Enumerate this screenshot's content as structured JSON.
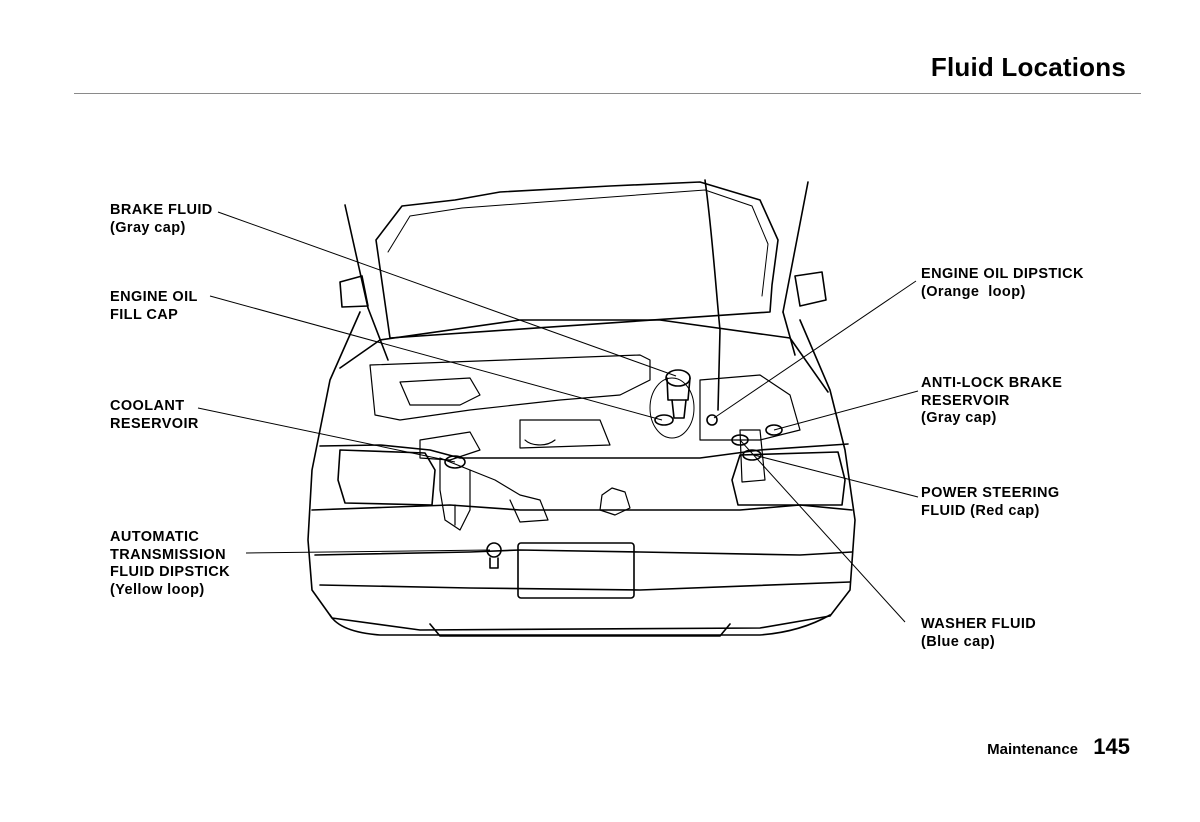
{
  "header": {
    "title": "Fluid Locations"
  },
  "callouts": {
    "brake_fluid": {
      "line1": "BRAKE FLUID",
      "line2": "(Gray cap)"
    },
    "engine_oil_fill_cap": {
      "line1": "ENGINE OIL",
      "line2": "FILL CAP"
    },
    "coolant_reservoir": {
      "line1": "COOLANT",
      "line2": "RESERVOIR"
    },
    "atf_dipstick": {
      "line1": "AUTOMATIC",
      "line2": "TRANSMISSION",
      "line3": "FLUID DIPSTICK",
      "line4": "(Yellow loop)"
    },
    "engine_oil_dipstick": {
      "line1": "ENGINE OIL DIPSTICK",
      "line2": "(Orange  loop)"
    },
    "anti_lock_brake_reservoir": {
      "line1": "ANTI-LOCK BRAKE",
      "line2": "RESERVOIR",
      "line3": "(Gray cap)"
    },
    "power_steering_fluid": {
      "line1": "POWER STEERING",
      "line2": "FLUID (Red cap)"
    },
    "washer_fluid": {
      "line1": "WASHER FLUID",
      "line2": "(Blue cap)"
    }
  },
  "footer": {
    "section": "Maintenance",
    "page_number": "145"
  }
}
